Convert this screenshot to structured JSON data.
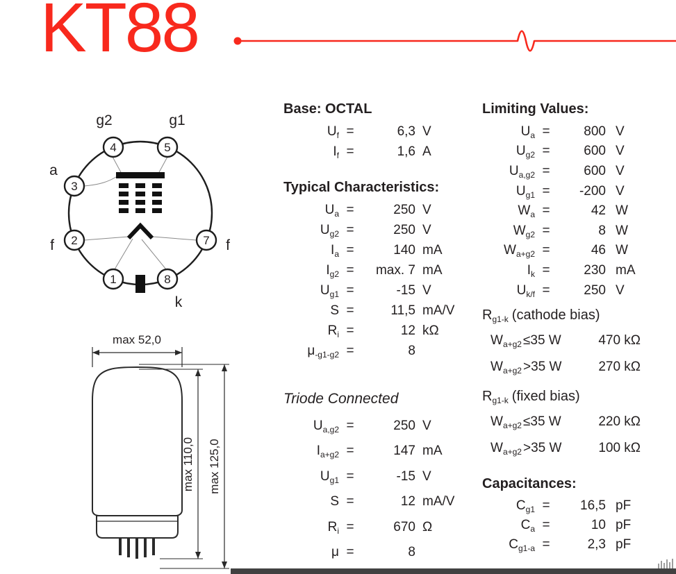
{
  "title": "KT88",
  "accent_color": "#f8291d",
  "glyphs": {
    "equals": "="
  },
  "pin_diagram": {
    "pins": [
      {
        "num": "4",
        "label": "g2"
      },
      {
        "num": "5",
        "label": "g1"
      },
      {
        "num": "3",
        "label": "a"
      },
      {
        "num": "2",
        "label": "f"
      },
      {
        "num": "7",
        "label": "f"
      },
      {
        "num": "1",
        "label": ""
      },
      {
        "num": "8",
        "label": "k"
      }
    ]
  },
  "dimensions": {
    "width": "max 52,0",
    "height_glass": "max 110,0",
    "height_total": "max 125,0"
  },
  "base_section": {
    "heading": "Base: OCTAL",
    "rows": [
      {
        "sym": "U",
        "sub": "f",
        "val": "6,3",
        "unit": "V"
      },
      {
        "sym": "I",
        "sub": "f",
        "val": "1,6",
        "unit": "A"
      }
    ]
  },
  "typical": {
    "heading": "Typical Characteristics:",
    "rows": [
      {
        "sym": "U",
        "sub": "a",
        "val": "250",
        "unit": "V"
      },
      {
        "sym": "U",
        "sub": "g2",
        "val": "250",
        "unit": "V"
      },
      {
        "sym": "I",
        "sub": "a",
        "val": "140",
        "unit": "mA"
      },
      {
        "sym": "I",
        "sub": "g2",
        "val": "max. 7",
        "unit": "mA"
      },
      {
        "sym": "U",
        "sub": "g1",
        "val": "-15",
        "unit": "V"
      },
      {
        "sym": "S",
        "sub": "",
        "val": "11,5",
        "unit": "mA/V"
      },
      {
        "sym": "R",
        "sub": "i",
        "val": "12",
        "unit": "kΩ"
      },
      {
        "sym": "μ",
        "sub": "-g1-g2",
        "val": "8",
        "unit": ""
      }
    ]
  },
  "triode": {
    "heading": "Triode Connected",
    "rows": [
      {
        "sym": "U",
        "sub": "a,g2",
        "val": "250",
        "unit": "V"
      },
      {
        "sym": "I",
        "sub": "a+g2",
        "val": "147",
        "unit": "mA"
      },
      {
        "sym": "U",
        "sub": "g1",
        "val": "-15",
        "unit": "V"
      },
      {
        "sym": "S",
        "sub": "",
        "val": "12",
        "unit": "mA/V"
      },
      {
        "sym": "R",
        "sub": "i",
        "val": "670",
        "unit": "Ω"
      },
      {
        "sym": "μ",
        "sub": "",
        "val": "8",
        "unit": ""
      }
    ]
  },
  "limiting": {
    "heading": "Limiting Values:",
    "rows": [
      {
        "sym": "U",
        "sub": "a",
        "val": "800",
        "unit": "V"
      },
      {
        "sym": "U",
        "sub": "g2",
        "val": "600",
        "unit": "V"
      },
      {
        "sym": "U",
        "sub": "a,g2",
        "val": "600",
        "unit": "V"
      },
      {
        "sym": "U",
        "sub": "g1",
        "val": "-200",
        "unit": "V"
      },
      {
        "sym": "W",
        "sub": "a",
        "val": "42",
        "unit": "W"
      },
      {
        "sym": "W",
        "sub": "g2",
        "val": "8",
        "unit": "W"
      },
      {
        "sym": "W",
        "sub": "a+g2",
        "val": "46",
        "unit": "W"
      },
      {
        "sym": "I",
        "sub": "k",
        "val": "230",
        "unit": "mA"
      },
      {
        "sym": "U",
        "sub": "k/f",
        "val": "250",
        "unit": "V"
      }
    ]
  },
  "cathode_bias": {
    "heading_sym": "R",
    "heading_sub": "g1-k",
    "heading_rest": "(cathode bias)",
    "rows": [
      {
        "sym": "W",
        "sub": "a+g2",
        "cond": "≤35 W",
        "val": "470 kΩ"
      },
      {
        "sym": "W",
        "sub": "a+g2",
        "cond": ">35 W",
        "val": "270 kΩ"
      }
    ]
  },
  "fixed_bias": {
    "heading_sym": "R",
    "heading_sub": "g1-k",
    "heading_rest": "(fixed bias)",
    "rows": [
      {
        "sym": "W",
        "sub": "a+g2",
        "cond": "≤35 W",
        "val": "220 kΩ"
      },
      {
        "sym": "W",
        "sub": "a+g2",
        "cond": ">35 W",
        "val": "100 kΩ"
      }
    ]
  },
  "capacitances": {
    "heading": "Capacitances:",
    "rows": [
      {
        "sym": "C",
        "sub": "g1",
        "val": "16,5",
        "unit": "pF"
      },
      {
        "sym": "C",
        "sub": "a",
        "val": "10",
        "unit": "pF"
      },
      {
        "sym": "C",
        "sub": "g1-a",
        "val": "2,3",
        "unit": "pF"
      }
    ]
  }
}
